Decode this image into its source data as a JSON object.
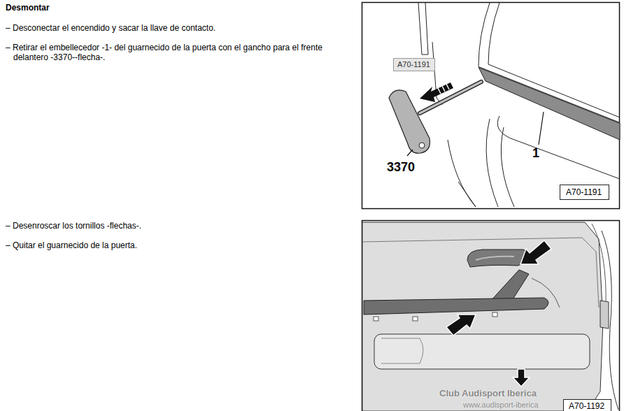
{
  "diagram": {
    "title": "Desmontar",
    "nodes": [
      {
        "text": [
          "A70-1191"
        ]
      },
      {
        "text": [
          "A70-1191"
        ]
      },
      {
        "text": [
          "A70-1192"
        ]
      }
    ],
    "labels": [
      "– Desconectar el encendido y sacar la llave de contacto.",
      "– Retirar el embellecedor -1- del guarnecido de la puerta con el gancho para el frente delantero -3370--flecha-.",
      "3370",
      "1",
      "– Desenroscar los tornillos -flechas-.",
      "– Quitar el guarnecido de la puerta.",
      "Club Audisport Iberica",
      "www.audisport-iberica"
    ]
  }
}
